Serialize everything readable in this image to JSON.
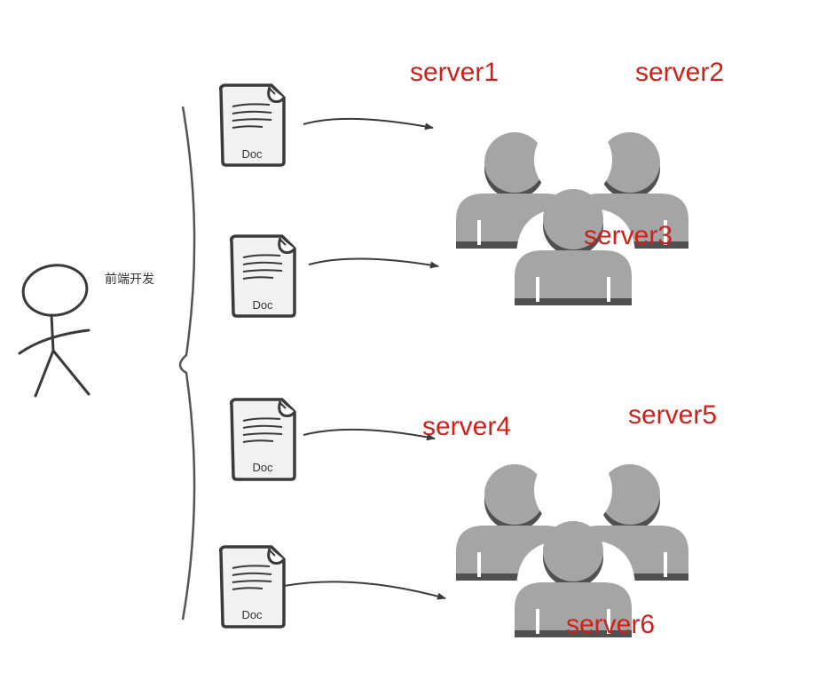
{
  "actor": {
    "label": "前端开发"
  },
  "documents": [
    {
      "label": "Doc"
    },
    {
      "label": "Doc"
    },
    {
      "label": "Doc"
    },
    {
      "label": "Doc"
    }
  ],
  "server_groups": [
    {
      "servers": [
        "server1",
        "server2",
        "server3"
      ]
    },
    {
      "servers": [
        "server4",
        "server5",
        "server6"
      ]
    }
  ],
  "colors": {
    "server_label": "#d0201a",
    "person_body": "#a5a5a5",
    "person_shadow": "#505050",
    "ink": "#3a3a3a"
  }
}
